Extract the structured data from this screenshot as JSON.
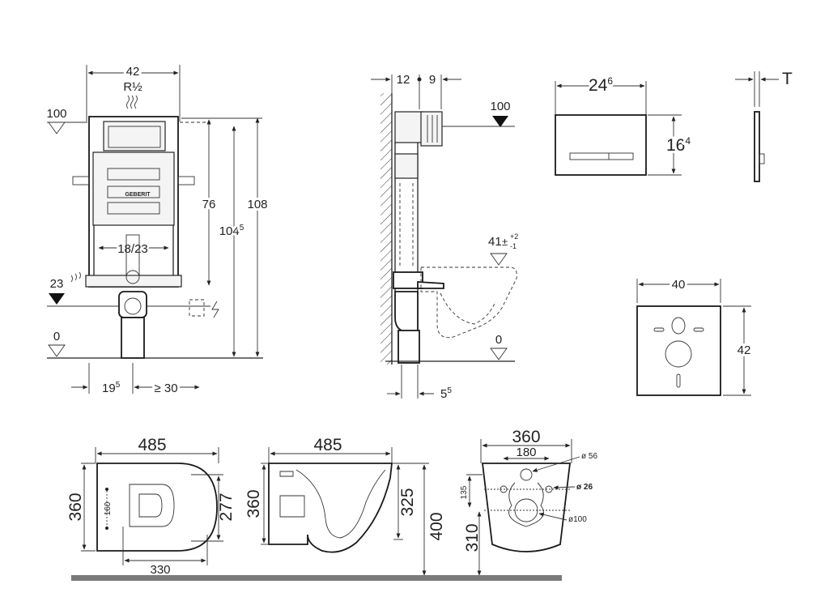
{
  "frame_diagram": {
    "width": "42",
    "thread": "R½",
    "level_top": "100",
    "height_76": "76",
    "height_104": "104",
    "height_104_sup": "5",
    "height_108": "108",
    "inner_width": "18/23",
    "level_23": "23",
    "level_0": "0",
    "offset_19": "19",
    "offset_19_sup": "5",
    "min_30": "≥ 30",
    "logo": "GEBERIT"
  },
  "side_diagram": {
    "depth_a": "12",
    "depth_b": "9",
    "level_top": "100",
    "bowl_height": "41",
    "bowl_tol_plus": "+2",
    "bowl_tol_minus": "-1",
    "level_0": "0",
    "offset_5": "5",
    "offset_5_sup": "5"
  },
  "flush_plate": {
    "width": "24",
    "width_sup": "6",
    "height": "16",
    "height_sup": "4",
    "thickness": "T"
  },
  "sound_mat": {
    "width": "40",
    "height": "42"
  },
  "toilet_top": {
    "length": "485",
    "width": "360",
    "inner": "160",
    "bowl_width": "277",
    "base_length": "330"
  },
  "toilet_side": {
    "length": "485",
    "width": "360",
    "bowl_height": "325",
    "mount_height": "400"
  },
  "toilet_back": {
    "width": "360",
    "hole_spacing": "180",
    "inlet_dia": "ø 56",
    "bolt_dia": "ø 26",
    "outlet_dia": "ø100",
    "inlet_height": "135",
    "outlet_height": "310"
  }
}
